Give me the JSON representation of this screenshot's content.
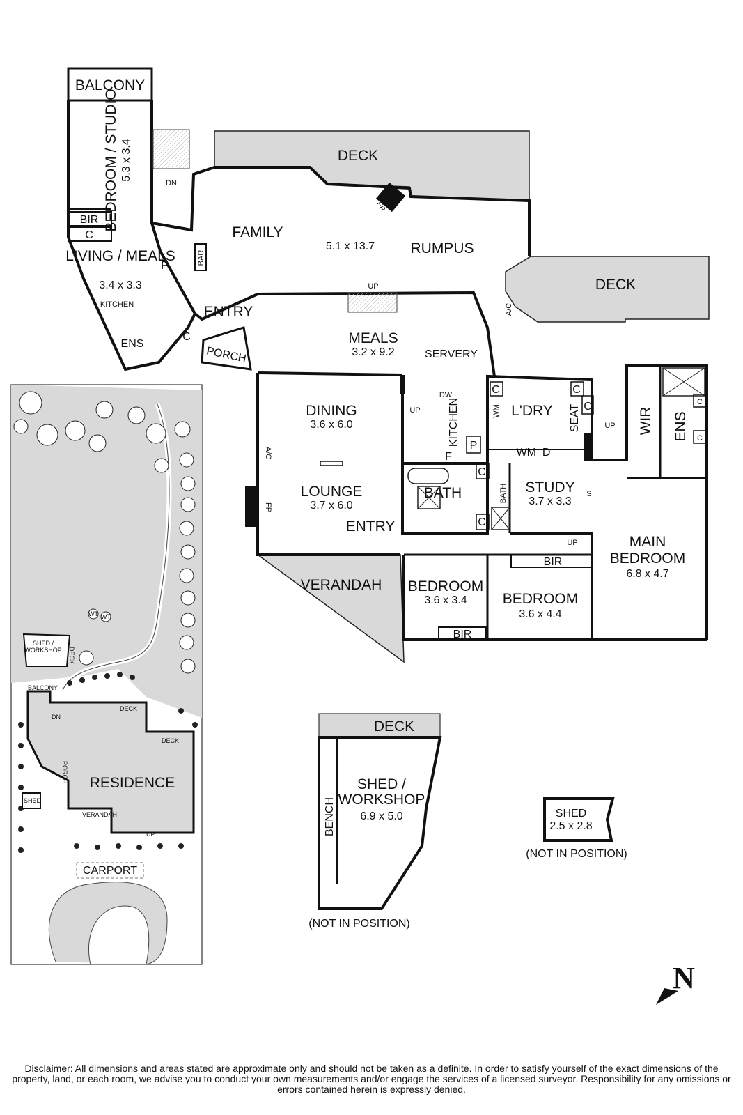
{
  "rooms": {
    "balcony": "BALCONY",
    "bedroom_studio": "BEDROOM / STUDIO",
    "bedroom_studio_dim": "5.3 x 3.4",
    "bir": "BIR",
    "c": "C",
    "living_meals": "LIVING / MEALS",
    "living_meals_dim": "3.4 x 3.3",
    "kitchen": "KITCHEN",
    "ens": "ENS",
    "f": "F",
    "bar": "BAR",
    "dn": "DN",
    "deck": "DECK",
    "family": "FAMILY",
    "family_dim": "5.1 x 13.7",
    "rumpus": "RUMPUS",
    "fp": "FP",
    "entry": "ENTRY",
    "porch": "PORCH",
    "ac": "A/C",
    "up": "UP",
    "meals": "MEALS",
    "meals_dim": "3.2 x 9.2",
    "servery": "SERVERY",
    "dining": "DINING",
    "dining_dim": "3.6 x 6.0",
    "lounge": "LOUNGE",
    "lounge_dim": "3.7 x 6.0",
    "dw": "DW",
    "p": "P",
    "wm": "WM",
    "d": "D",
    "wm_d": "WM  D",
    "laundry": "L'DRY",
    "seat": "SEAT",
    "wir": "WIR",
    "bath": "BATH",
    "study": "STUDY",
    "study_dim": "3.7 x 3.3",
    "s": "S",
    "main_bedroom": "MAIN BEDROOM",
    "main_bedroom_dim": "6.8 x 4.7",
    "verandah": "VERANDAH",
    "bedroom": "BEDROOM",
    "bedroom1_dim": "3.6 x 3.4",
    "bedroom2_dim": "3.6 x 4.4"
  },
  "site": {
    "shed_workshop": "SHED / WORKSHOP",
    "deck": "DECK",
    "balcony": "BALCONY",
    "dn": "DN",
    "porch": "PORCH",
    "residence": "RESIDENCE",
    "shed": "SHED",
    "verandah": "VERANDAH",
    "up": "UP",
    "carport": "CARPORT",
    "wt": "WT"
  },
  "shed_workshop": {
    "deck": "DECK",
    "name": "SHED / WORKSHOP",
    "dim": "6.9 x 5.0",
    "bench": "BENCH",
    "note": "(NOT IN POSITION)"
  },
  "shed": {
    "name": "SHED",
    "dim": "2.5 x 2.8",
    "note": "(NOT IN POSITION)"
  },
  "compass": {
    "label": "N"
  },
  "disclaimer": "Disclaimer: All dimensions and areas stated are approximate only and should not be taken as a definite. In order to satisfy yourself of the exact dimensions of the property, land, or each room, we advise you to conduct your own measurements and/or engage the services of a licensed surveyor. Responsibility for any omissions or errors contained herein is expressly denied."
}
